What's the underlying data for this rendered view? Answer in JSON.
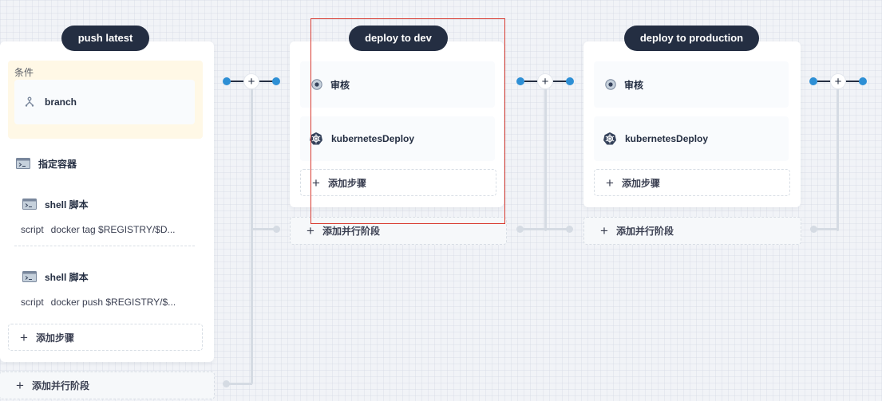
{
  "stages": [
    {
      "name": "push latest",
      "condition": {
        "label": "条件",
        "item": "branch"
      },
      "container_title": "指定容器",
      "steps": [
        {
          "title": "shell 脚本",
          "script_keyword": "script",
          "script_value": "docker tag $REGISTRY/$D..."
        },
        {
          "title": "shell 脚本",
          "script_keyword": "script",
          "script_value": "docker push $REGISTRY/$..."
        }
      ],
      "add_step_label": "添加步骤",
      "add_parallel_label": "添加并行阶段"
    },
    {
      "name": "deploy to dev",
      "steps": [
        {
          "title": "审核"
        },
        {
          "title": "kubernetesDeploy"
        }
      ],
      "add_step_label": "添加步骤",
      "add_parallel_label": "添加并行阶段"
    },
    {
      "name": "deploy to production",
      "steps": [
        {
          "title": "审核"
        },
        {
          "title": "kubernetesDeploy"
        }
      ],
      "add_step_label": "添加步骤",
      "add_parallel_label": "添加并行阶段"
    }
  ],
  "icons": {
    "branch": "branch-icon",
    "container": "terminal-icon",
    "shell": "terminal-icon",
    "review": "review-icon",
    "kubernetes": "kubernetes-icon",
    "add": "plus-icon"
  },
  "colors": {
    "stage_pill": "#242e42",
    "connector_dot": "#2d8fd5",
    "condition_bg": "#fff8e6",
    "highlight": "#d83a30"
  }
}
